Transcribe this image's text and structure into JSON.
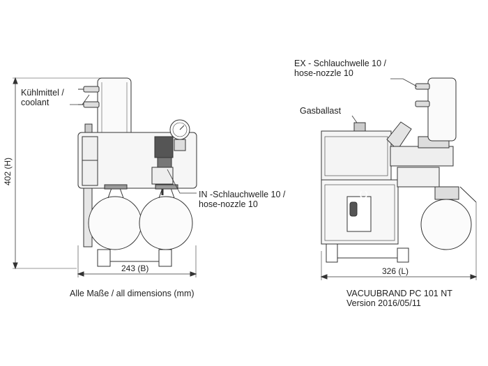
{
  "front_view": {
    "coolant_label_de": "Kühlmittel /",
    "coolant_label_en": "coolant",
    "inlet_label_de": "IN -Schlauchwelle 10 /",
    "inlet_label_en": "hose-nozzle 10",
    "height_dim": "402 (H)",
    "width_dim": "243 (B)"
  },
  "side_view": {
    "exhaust_label_de": "EX - Schlauchwelle 10 /",
    "exhaust_label_en": "hose-nozzle 10",
    "gasballast_label": "Gasballast",
    "length_dim": "326 (L)",
    "nameplate_text": "2C"
  },
  "footer": {
    "dimensions_note": "Alle Maße / all dimensions (mm)",
    "product_name": "VACUUBRAND PC 101 NT",
    "version": "Version 2016/05/11"
  }
}
